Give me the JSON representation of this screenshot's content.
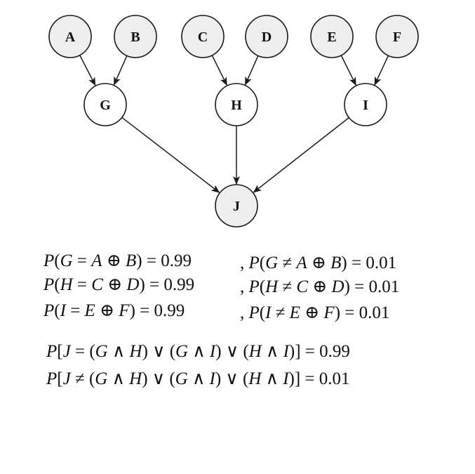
{
  "colors": {
    "input_node_fill": "#eeeeee",
    "gate_node_fill": "#ffffff",
    "output_node_fill": "#eeeeee",
    "stroke": "#1a1a1a"
  },
  "nodes": [
    {
      "id": "A",
      "label": "A",
      "role": "input"
    },
    {
      "id": "B",
      "label": "B",
      "role": "input"
    },
    {
      "id": "C",
      "label": "C",
      "role": "input"
    },
    {
      "id": "D",
      "label": "D",
      "role": "input"
    },
    {
      "id": "E",
      "label": "E",
      "role": "input"
    },
    {
      "id": "F",
      "label": "F",
      "role": "input"
    },
    {
      "id": "G",
      "label": "G",
      "role": "gate"
    },
    {
      "id": "H",
      "label": "H",
      "role": "gate"
    },
    {
      "id": "I",
      "label": "I",
      "role": "gate"
    },
    {
      "id": "J",
      "label": "J",
      "role": "output"
    }
  ],
  "edges": [
    {
      "from": "A",
      "to": "G"
    },
    {
      "from": "B",
      "to": "G"
    },
    {
      "from": "C",
      "to": "H"
    },
    {
      "from": "D",
      "to": "H"
    },
    {
      "from": "E",
      "to": "I"
    },
    {
      "from": "F",
      "to": "I"
    },
    {
      "from": "G",
      "to": "J"
    },
    {
      "from": "H",
      "to": "J"
    },
    {
      "from": "I",
      "to": "J"
    }
  ],
  "equations": {
    "g_eq": {
      "var": "G",
      "a": "A",
      "b": "B",
      "value": "0.99"
    },
    "g_neq": {
      "var": "G",
      "a": "A",
      "b": "B",
      "value": "0.01"
    },
    "h_eq": {
      "var": "H",
      "a": "C",
      "b": "D",
      "value": "0.99"
    },
    "h_neq": {
      "var": "H",
      "a": "C",
      "b": "D",
      "value": "0.01"
    },
    "i_eq": {
      "var": "I",
      "a": "E",
      "b": "F",
      "value": "0.99"
    },
    "i_neq": {
      "var": "I",
      "a": "E",
      "b": "F",
      "value": "0.01"
    },
    "j_eq": {
      "value": "0.99"
    },
    "j_neq": {
      "value": "0.01"
    }
  }
}
